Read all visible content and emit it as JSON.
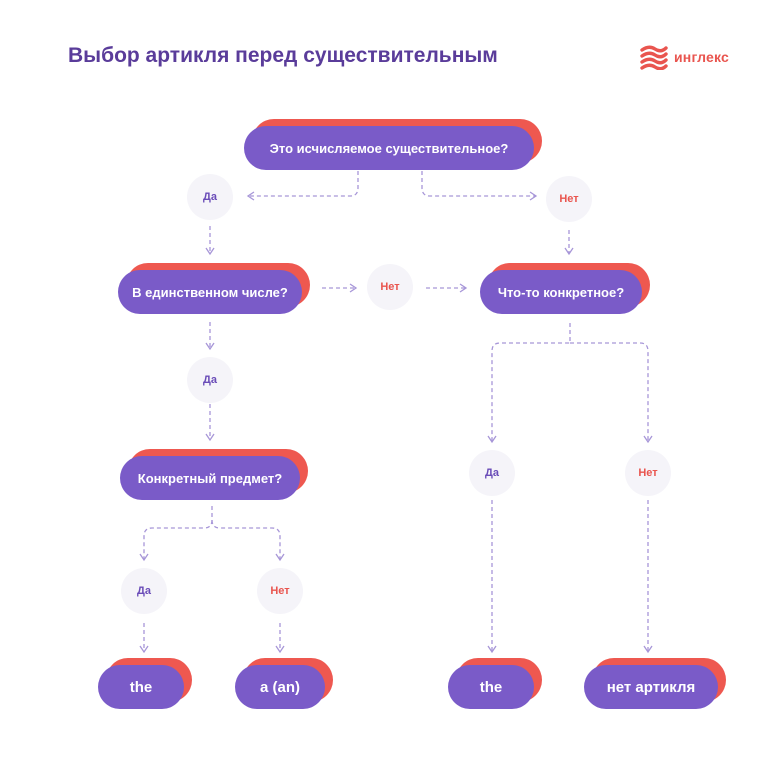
{
  "title": "Выбор артикля перед существительным",
  "logo": {
    "text": "инглекс",
    "icon": "inglex-flag-icon",
    "color": "#e9554f"
  },
  "colors": {
    "node": "#7a5bc8",
    "node_shadow": "#ee5850",
    "title": "#5a3c9a",
    "yes": "#6a4cb8",
    "no": "#e9554f",
    "connector": "#a796d8"
  },
  "questions": {
    "countable": "Это исчисляемое существительное?",
    "singular": "В единственном числе?",
    "specific_object": "Конкретный предмет?",
    "something_specific": "Что-то конкретное?"
  },
  "answers": {
    "countable_yes": "Да",
    "countable_no": "Нет",
    "singular_yes": "Да",
    "singular_no": "Нет",
    "object_yes": "Да",
    "object_no": "Нет",
    "specific_yes": "Да",
    "specific_no": "Нет"
  },
  "results": {
    "the_left": "the",
    "a_an": "a (an)",
    "the_right": "the",
    "no_article": "нет артикля"
  }
}
